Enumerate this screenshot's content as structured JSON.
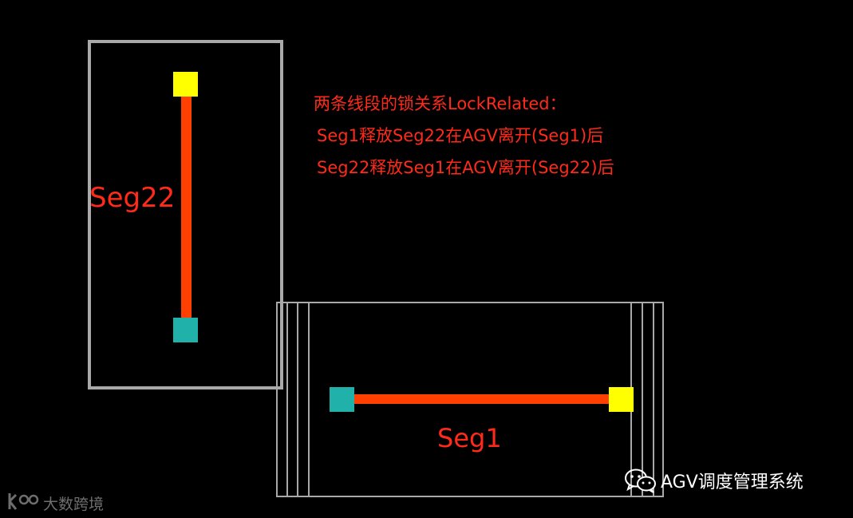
{
  "labels": {
    "seg22": "Seg22",
    "seg1": "Seg1"
  },
  "note": {
    "line1": "两条线段的锁关系LockRelated：",
    "line2": "Seg1释放Seg22在AGV离开(Seg1)后",
    "line3": "Seg22释放Seg1在AGV离开(Seg22)后"
  },
  "footer": {
    "account": "AGV调度管理系统",
    "watermark": "大数跨境"
  },
  "icons": [
    "wechat-icon",
    "watermark-logo-icon"
  ],
  "colors": {
    "background": "#000000",
    "frame": "#a9a9a9",
    "segment": "#ff4000",
    "start_node": "#ffff00",
    "end_node": "#20b2aa",
    "text": "#ff2a1a"
  }
}
